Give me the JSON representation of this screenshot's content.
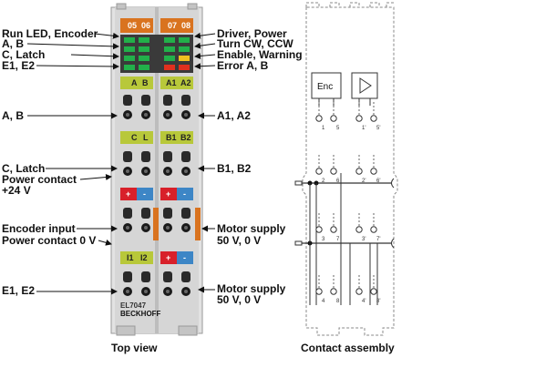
{
  "left_labels": [
    "Run LED, Encoder",
    "A, B",
    "C, Latch",
    "E1, E2",
    "A, B",
    "C, Latch",
    "Power contact",
    "+24 V",
    "Encoder input",
    "Power contact 0 V",
    "E1, E2"
  ],
  "right_labels": [
    "Driver, Power",
    "Turn CW, CCW",
    "Enable, Warning",
    "Error A, B",
    "A1, A2",
    "B1, B2",
    "Motor supply",
    "50 V, 0 V",
    "Motor supply",
    "50 V, 0 V"
  ],
  "terminal": {
    "top_numbers": [
      "05",
      "06",
      "07",
      "08"
    ],
    "row1": [
      "A",
      "B",
      "A1",
      "A2"
    ],
    "row2": [
      "C",
      "L",
      "B1",
      "B2"
    ],
    "row3": [
      "+",
      "-",
      "+",
      "-"
    ],
    "row4": [
      "I1",
      "I2",
      "+",
      "-"
    ],
    "model": "EL7047",
    "brand": "BECKHOFF"
  },
  "contact": {
    "enc_label": "Enc",
    "pins_row1": [
      "1",
      "5",
      "1'",
      "5'"
    ],
    "pins_row2": [
      "2",
      "6",
      "2'",
      "6'"
    ],
    "pins_row3": [
      "3",
      "7",
      "3'",
      "7'"
    ],
    "pins_row4": [
      "4",
      "8",
      "4'",
      "8'"
    ]
  },
  "captions": {
    "top_view": "Top view",
    "contact_assembly": "Contact assembly"
  },
  "colors": {
    "orange": "#d9731f",
    "yellow_green": "#b8c83a",
    "red": "#d8202a",
    "blue": "#3d86c6",
    "body": "#d0d0d0",
    "led_green": "#22b04a",
    "led_red": "#e0301e",
    "led_yellow": "#f0c020"
  }
}
